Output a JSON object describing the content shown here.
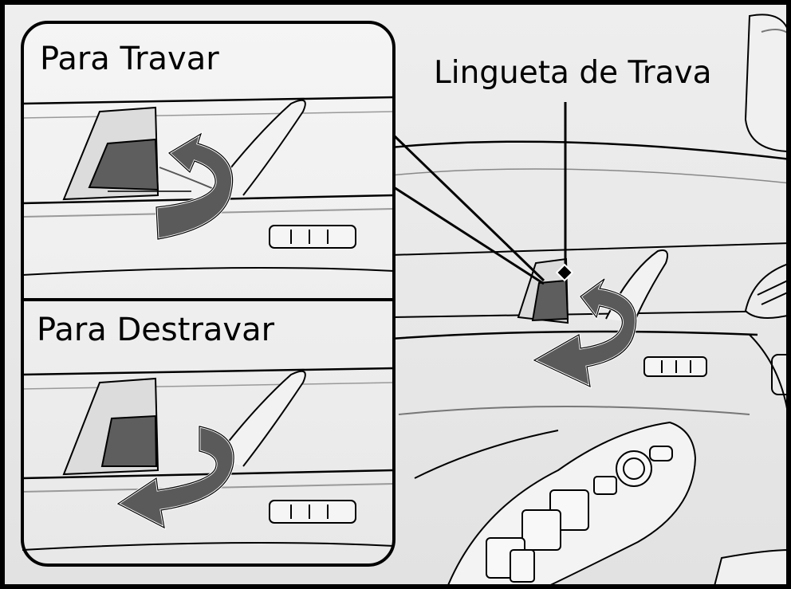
{
  "labels": {
    "lock": "Para Travar",
    "unlock": "Para Destravar",
    "lock_tab": "Lingueta de Trava"
  },
  "icons": {
    "lock_arrow": "curved-arrow-icon",
    "unlock_arrow": "curved-arrow-icon",
    "main_arrow": "curved-arrow-icon",
    "callout_marker": "diamond-icon"
  },
  "colors": {
    "background": "#ebebeb",
    "panel": "#f2f2f2",
    "line": "#000000",
    "arrow_fill": "#5a5a5a",
    "shadow": "#5e5e5e"
  }
}
